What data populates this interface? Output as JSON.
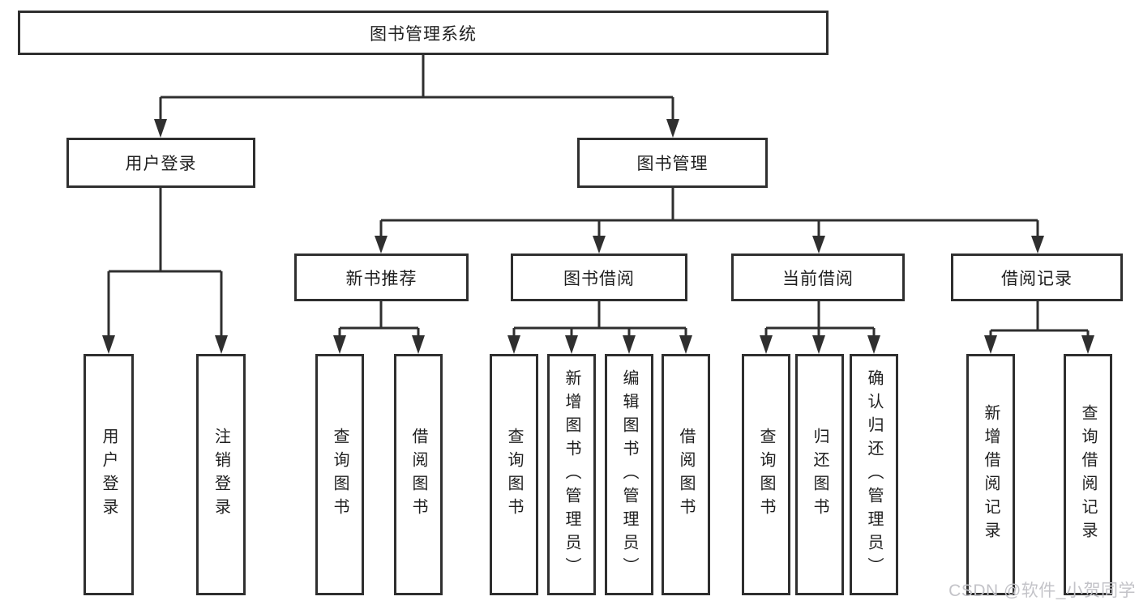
{
  "colors": {
    "line": "#2f2f2f",
    "text": "#1f1f1f",
    "background": "#ffffff",
    "watermark": "#c3c3c8"
  },
  "watermark": {
    "text": "CSDN @软件_小贺同学"
  },
  "tree": {
    "label": "图书管理系统",
    "children": [
      {
        "label": "用户登录",
        "children": [
          {
            "label": "用户登录"
          },
          {
            "label": "注销登录"
          }
        ]
      },
      {
        "label": "图书管理",
        "children": [
          {
            "label": "新书推荐",
            "children": [
              {
                "label": "查询图书"
              },
              {
                "label": "借阅图书"
              }
            ]
          },
          {
            "label": "图书借阅",
            "children": [
              {
                "label": "查询图书"
              },
              {
                "label": "新增图书（管理员）"
              },
              {
                "label": "编辑图书（管理员）"
              },
              {
                "label": "借阅图书"
              }
            ]
          },
          {
            "label": "当前借阅",
            "children": [
              {
                "label": "查询图书"
              },
              {
                "label": "归还图书"
              },
              {
                "label": "确认归还（管理员）"
              }
            ]
          },
          {
            "label": "借阅记录",
            "children": [
              {
                "label": "新增借阅记录"
              },
              {
                "label": "查询借阅记录"
              }
            ]
          }
        ]
      }
    ]
  }
}
